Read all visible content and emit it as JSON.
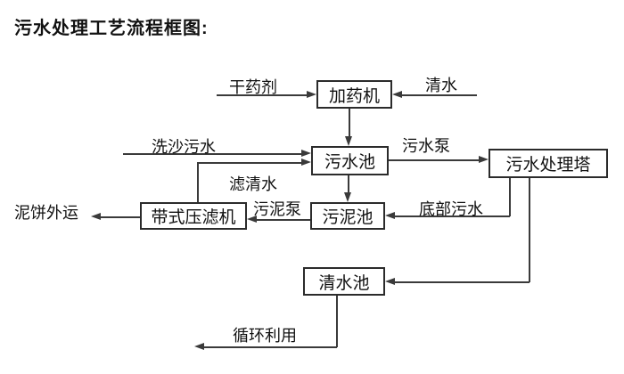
{
  "title": "污水处理工艺流程框图:",
  "diagram_type": "flowchart",
  "colors": {
    "line": "#3a3a3a",
    "box_border": "#2b2b2b",
    "text": "#111111",
    "background": "#ffffff"
  },
  "nodes": {
    "dosing_machine": {
      "label": "加药机"
    },
    "sewage_pool": {
      "label": "污水池"
    },
    "treatment_tower": {
      "label": "污水处理塔"
    },
    "belt_filter_press": {
      "label": "带式压滤机"
    },
    "sludge_pool": {
      "label": "污泥池"
    },
    "clean_water_pool": {
      "label": "清水池"
    }
  },
  "edges": {
    "dry_chemical": {
      "label": "干药剂",
      "from": "external",
      "to": "dosing_machine"
    },
    "clean_water": {
      "label": "清水",
      "from": "external",
      "to": "dosing_machine"
    },
    "dosing_output": {
      "label": "",
      "from": "dosing_machine",
      "to": "sewage_pool"
    },
    "sand_wash_sewage": {
      "label": "洗沙污水",
      "from": "external",
      "to": "sewage_pool"
    },
    "filtered_water": {
      "label": "滤清水",
      "from": "belt_filter_press",
      "to": "sewage_pool"
    },
    "sewage_pump": {
      "label": "污水泵",
      "from": "sewage_pool",
      "to": "treatment_tower"
    },
    "pool_to_sludge": {
      "label": "",
      "from": "sewage_pool",
      "to": "sludge_pool"
    },
    "bottom_sewage": {
      "label": "底部污水",
      "from": "treatment_tower",
      "to": "sludge_pool"
    },
    "sludge_pump": {
      "label": "污泥泵",
      "from": "sludge_pool",
      "to": "belt_filter_press"
    },
    "mud_cake_out": {
      "label": "泥饼外运",
      "from": "belt_filter_press",
      "to": "external"
    },
    "tower_to_clean": {
      "label": "",
      "from": "treatment_tower",
      "to": "clean_water_pool"
    },
    "recycle": {
      "label": "循环利用",
      "from": "clean_water_pool",
      "to": "external"
    }
  }
}
